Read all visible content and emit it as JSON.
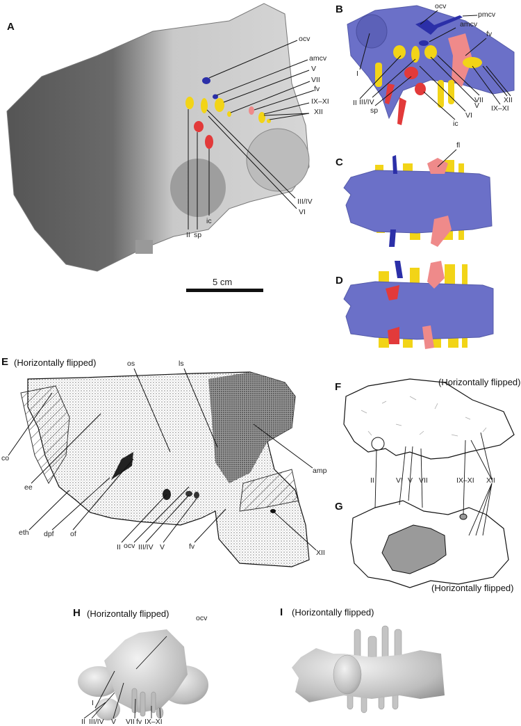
{
  "figure": {
    "scale_bar_label": "5 cm",
    "colors": {
      "endocast_blue": "#6b70c8",
      "nerve_yellow": "#f2d417",
      "artery_red": "#e23a3a",
      "vein_pink": "#ef8a8a",
      "vessel_darkblue": "#2b2fa8",
      "render_gray": "#c8c8c8",
      "fill_gray": "#9a9a9a"
    },
    "panels": {
      "A": {
        "letter": "A",
        "labels": [
          "ocv",
          "amcv",
          "V",
          "VII",
          "fv",
          "IX–XI",
          "XII",
          "III/IV",
          "VI",
          "ic",
          "II",
          "sp"
        ]
      },
      "B": {
        "letter": "B",
        "labels": [
          "ocv",
          "pmcv",
          "amcv",
          "fv",
          "I",
          "II",
          "III/IV",
          "sp",
          "ic",
          "VI",
          "V",
          "VII",
          "IX–XI",
          "XII"
        ]
      },
      "C": {
        "letter": "C",
        "labels": [
          "fl"
        ]
      },
      "D": {
        "letter": "D"
      },
      "E": {
        "letter": "E",
        "subtitle": "(Horizontally flipped)",
        "labels": [
          "os",
          "ls",
          "co",
          "ee",
          "eth",
          "dpf",
          "of",
          "II",
          "ocv",
          "III/IV",
          "V",
          "fv",
          "XII",
          "amp"
        ]
      },
      "F": {
        "letter": "F",
        "subtitle": "(Horizontally flipped)",
        "labels": [
          "II",
          "VI",
          "V",
          "VII",
          "IX–XI",
          "XII"
        ]
      },
      "G": {
        "letter": "G",
        "subtitle": "(Horizontally flipped)"
      },
      "H": {
        "letter": "H",
        "subtitle": "(Horizontally flipped)",
        "labels": [
          "ocv",
          "I",
          "II",
          "III/IV",
          "V",
          "VII",
          "fv",
          "IX–XI"
        ]
      },
      "I": {
        "letter": "I",
        "subtitle": "(Horizontally flipped)"
      }
    }
  }
}
